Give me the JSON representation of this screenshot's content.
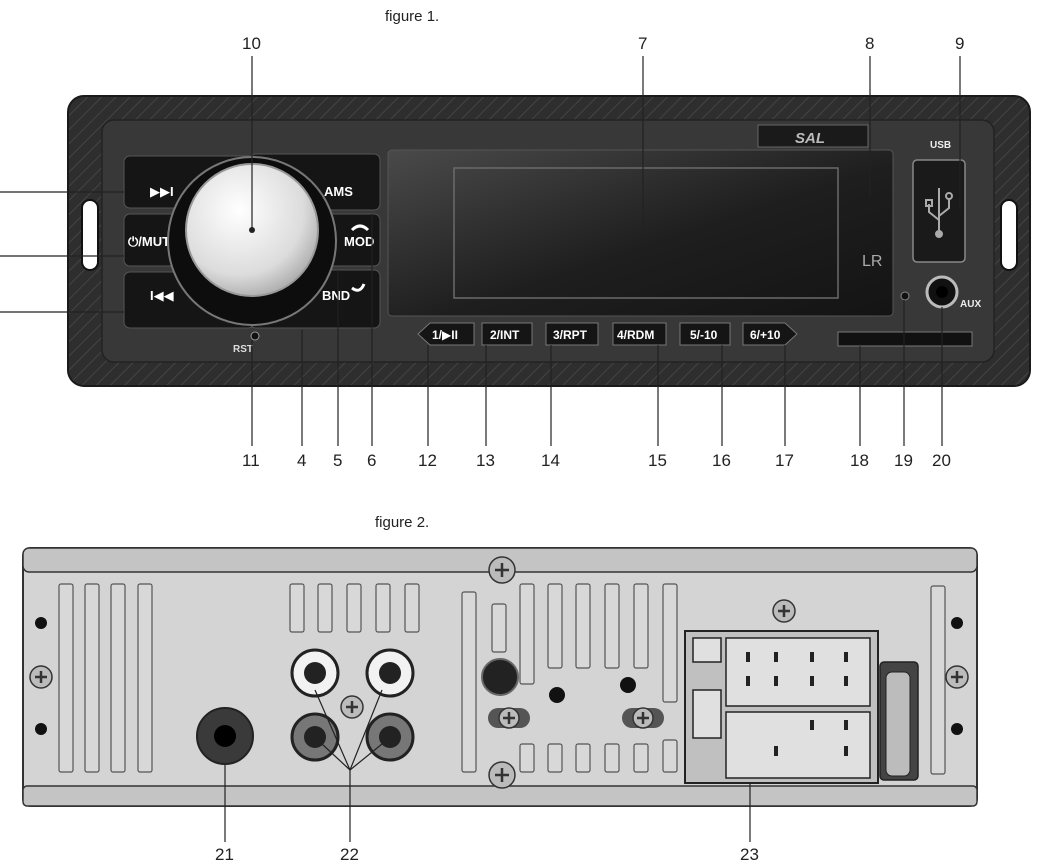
{
  "figure1": {
    "caption": "figure 1.",
    "brand": "SAL",
    "display_symbol": "LR",
    "port_labels": {
      "usb": "USB",
      "aux": "AUX",
      "rst": "RST"
    },
    "side_buttons": [
      "▶▶I",
      "⏻/MUT",
      "I◀◀",
      "AMS",
      "MOD",
      "BND"
    ],
    "preset_buttons": [
      "1/▶II",
      "2/INT",
      "3/RPT",
      "4/RDM",
      "5/-10",
      "6/+10"
    ],
    "callouts_top": [
      "10",
      "7",
      "8",
      "9"
    ],
    "callouts_bottom": [
      "11",
      "4",
      "5",
      "6",
      "12",
      "13",
      "14",
      "15",
      "16",
      "17",
      "18",
      "19",
      "20"
    ]
  },
  "figure2": {
    "caption": "figure 2.",
    "callouts": [
      "21",
      "22",
      "23"
    ]
  },
  "colors": {
    "panel": "#2b2b2b",
    "faceplate": "#3a3a3a",
    "knob": "#e4e4e4",
    "rear": "#d6d6d6"
  }
}
